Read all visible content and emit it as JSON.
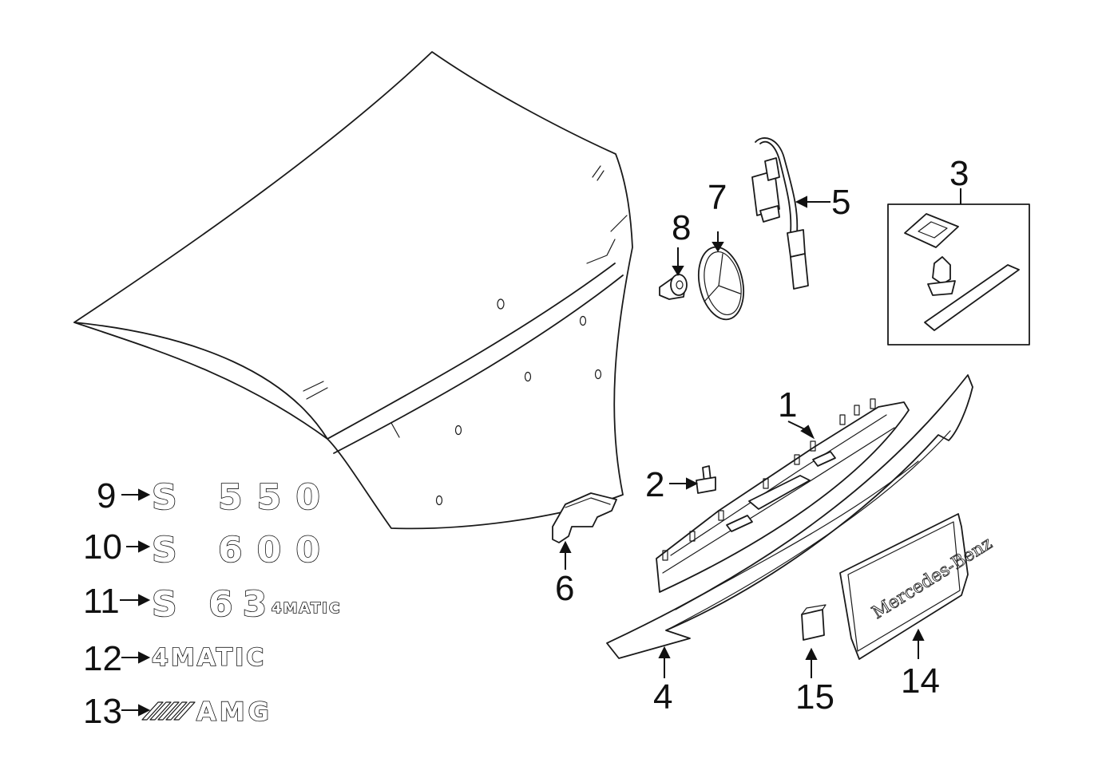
{
  "callouts": {
    "c1": "1",
    "c2": "2",
    "c3": "3",
    "c4": "4",
    "c5": "5",
    "c6": "6",
    "c7": "7",
    "c8": "8",
    "c9": "9",
    "c10": "10",
    "c11": "11",
    "c12": "12",
    "c13": "13",
    "c14": "14",
    "c15": "15"
  },
  "badges": {
    "s550": "S 550",
    "s600": "S 600",
    "s63": "S 63",
    "s63_suffix": "4MATIC",
    "fourmatic": "4MATIC",
    "amg": "AMG"
  },
  "plate_text": "Mercedes-Benz",
  "icons": [
    "trunk-lid",
    "mercedes-star-emblem",
    "camera-unit",
    "grommet",
    "bracket",
    "bolt",
    "plate-holder",
    "clip-nut",
    "repair-kit"
  ]
}
